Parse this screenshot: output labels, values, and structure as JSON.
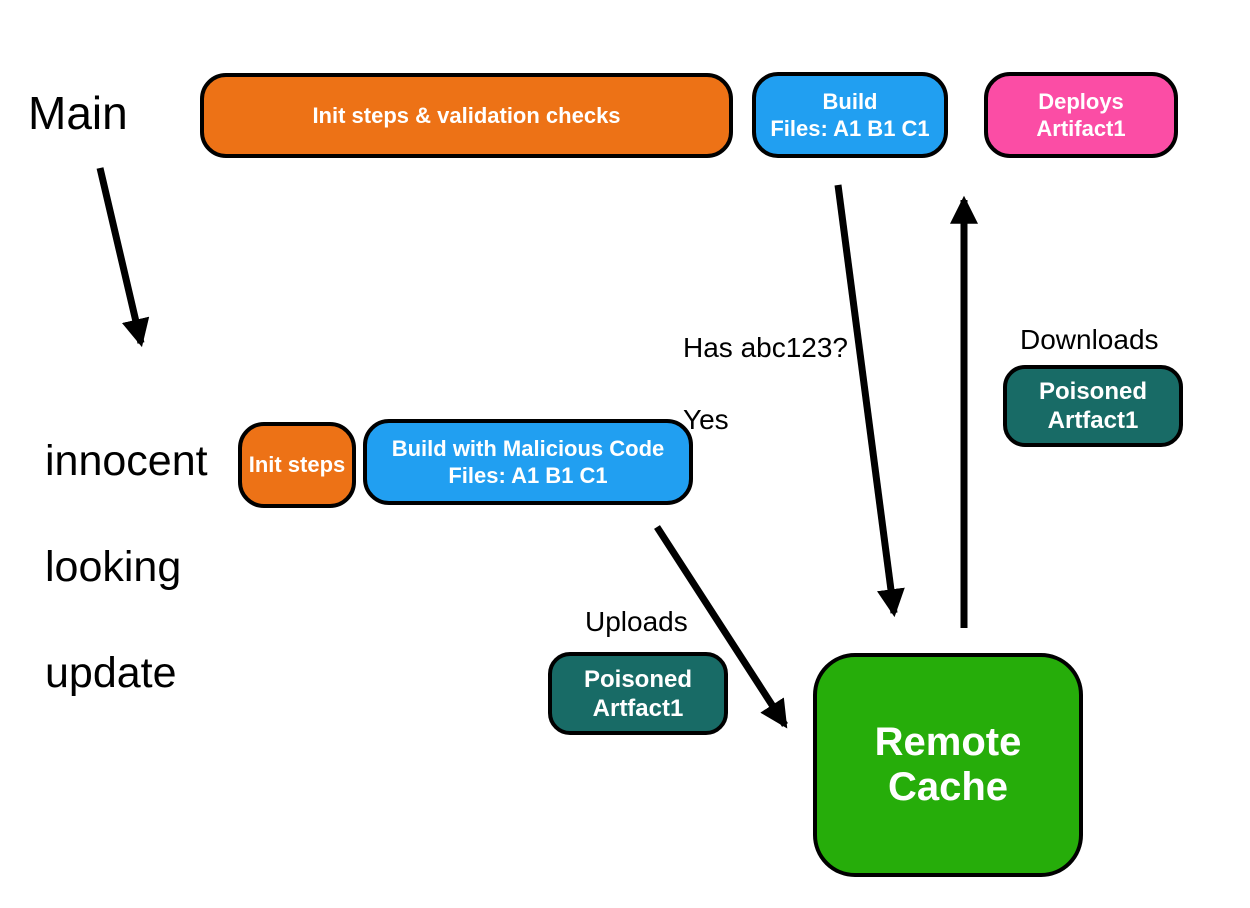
{
  "colors": {
    "background": "#ffffff",
    "orange": "#ED7216",
    "blue": "#219FF1",
    "pink": "#FB4DA5",
    "teal": "#186B66",
    "green": "#26AD0A",
    "outline": "#000000",
    "arrow": "#000000",
    "text": "#000000",
    "box_text": "#ffffff"
  },
  "labels": {
    "main": "Main",
    "innocent_line1": "innocent",
    "innocent_line2": "looking",
    "innocent_line3": "update",
    "has_abc_line1": "Has abc123?",
    "has_abc_line2": "Yes",
    "downloads": "Downloads",
    "uploads": "Uploads"
  },
  "nodes": {
    "init_validation": {
      "line1": "Init steps & validation checks"
    },
    "build_main": {
      "line1": "Build",
      "line2": "Files: A1 B1 C1"
    },
    "deploys_artifact": {
      "line1": "Deploys",
      "line2": "Artifact1"
    },
    "init_steps": {
      "line1": "Init steps"
    },
    "build_malicious": {
      "line1": "Build with Malicious Code",
      "line2": "Files: A1 B1 C1"
    },
    "poisoned_artifact_download": {
      "line1": "Poisoned",
      "line2": "Artfact1"
    },
    "poisoned_artifact_upload": {
      "line1": "Poisoned",
      "line2": "Artfact1"
    },
    "remote_cache": {
      "line1": "Remote Cache"
    }
  }
}
